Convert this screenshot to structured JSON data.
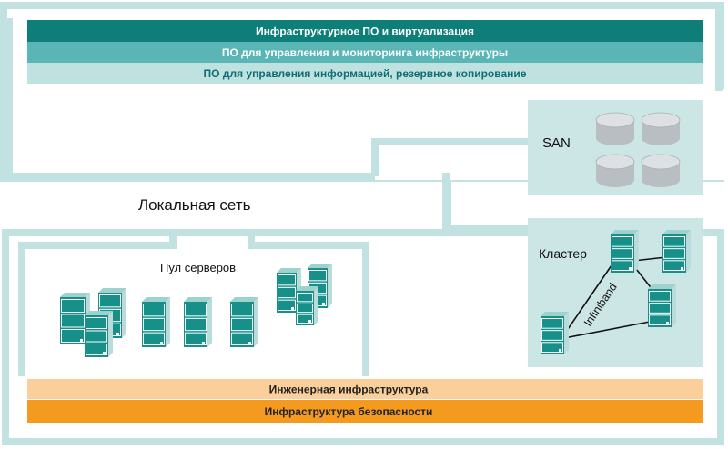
{
  "layers_top": [
    {
      "label": "Инфраструктурное ПО и виртуализация",
      "fill": "#0e7f78",
      "text_color": "#ffffff"
    },
    {
      "label": "ПО для управления и мониторинга инфраструктуры",
      "fill": "#59b6b5",
      "text_color": "#ffffff"
    },
    {
      "label": "ПО для управления информацией, резервное копирование",
      "fill": "#bfe1e0",
      "text_color": "#0e6e73"
    }
  ],
  "layers_bottom": [
    {
      "label": "Инженерная инфраструктура",
      "fill": "#fbcf9a",
      "text_color": "#222222"
    },
    {
      "label": "Инфраструктура безопасности",
      "fill": "#f39a1f",
      "text_color": "#222222"
    }
  ],
  "network_label": "Локальная сеть",
  "server_pool_label": "Пул серверов",
  "san_label": "SAN",
  "cluster_label": "Кластер",
  "interconnect_label": "Infiniband",
  "colors": {
    "network_channel": "#c2e2e1",
    "panel_bg": "#cbe6e5",
    "server_face": "#17908a",
    "server_top": "#9ed2cf",
    "disk": "#b9bec3"
  },
  "icons": {
    "server": "server-icon",
    "disk": "disk-icon"
  }
}
